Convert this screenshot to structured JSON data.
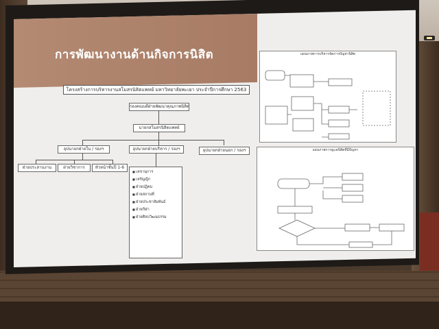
{
  "slide": {
    "title": "การพัฒนางานด้านกิจการนิสิต",
    "banner": "โครงสร้างการบริหารงานสโมสรนิสิตแพทย์ มหาวิทยาลัยพะเยา ประจำปีการศึกษา 2563",
    "org": {
      "top": "รองคณบดีฝ่ายพัฒนาคุณภาพนิสิต",
      "president": "นายกสโมสรนิสิตแพทย์",
      "vps": [
        "อุปนายกฝ่ายใน / รองฯ",
        "อุปนายกฝ่ายบริหาร / รองฯ",
        "อุปนายกฝ่ายนอก / รองฯ"
      ],
      "sub_left": [
        "ฝ่ายประสานงาน",
        "ฝ่ายวิชาการ",
        "หัวหน้าชั้นปี 1-6"
      ],
      "admin_list": [
        "เลขานุการ",
        "เหรัญญิก",
        "ฝ่ายปฏิคม",
        "ฝ่ายสถานที่",
        "ฝ่ายประชาสัมพันธ์",
        "ฝ่ายกีฬา",
        "ฝ่ายศิลปวัฒนธรรม"
      ]
    },
    "right_top_title": "แผนภาพการบริหารจัดการปัญหานิสิต",
    "right_bottom_title": "แผนภาพการดูแลนิสิตที่มีปัญหา"
  }
}
